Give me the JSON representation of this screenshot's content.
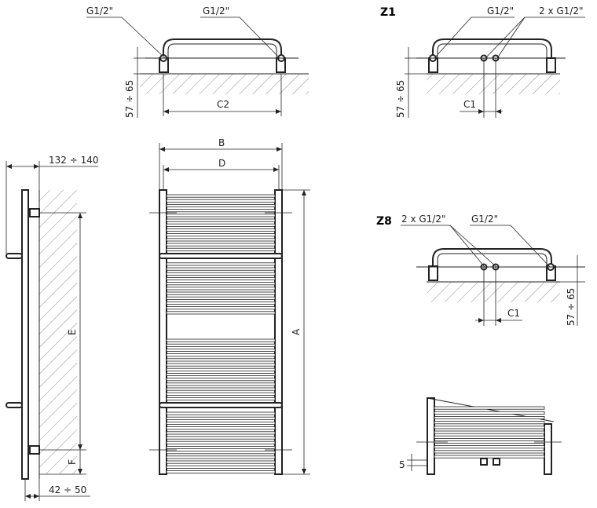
{
  "labels": {
    "top_left_g1": "G1/2\"",
    "top_left_g2": "G1/2\"",
    "top_left_c2": "C2",
    "top_left_h": "57 ÷ 65",
    "z1_title": "Z1",
    "z1_g1": "G1/2\"",
    "z1_g2": "2 x G1/2\"",
    "z1_c1": "C1",
    "z1_h": "57 ÷ 65",
    "side_depth": "132 ÷ 140",
    "side_e": "E",
    "side_f": "F",
    "side_bottom": "42 ÷ 50",
    "front_b": "B",
    "front_d": "D",
    "front_a": "A",
    "z8_title": "Z8",
    "z8_g1": "2 x G1/2\"",
    "z8_g2": "G1/2\"",
    "z8_c1": "C1",
    "z8_h": "57 ÷ 65",
    "detail_5": "5"
  }
}
